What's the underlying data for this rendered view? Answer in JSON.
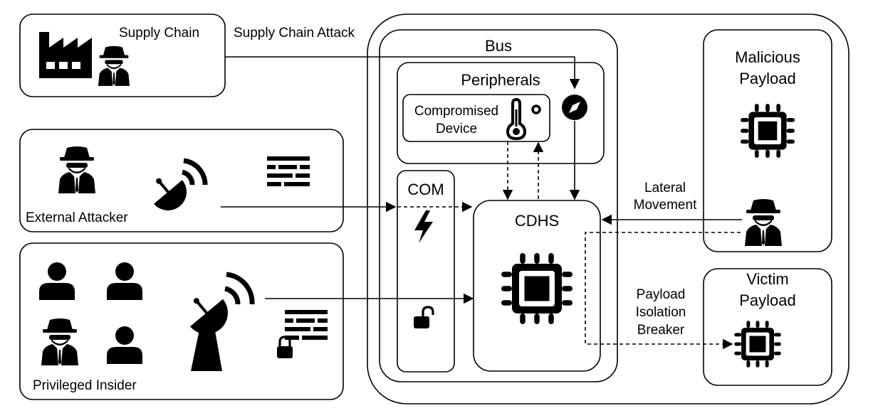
{
  "labels": {
    "supply_chain": "Supply Chain",
    "supply_chain_attack": "Supply Chain Attack",
    "external_attacker": "External Attacker",
    "privileged_insider": "Privileged Insider",
    "bus": "Bus",
    "peripherals": "Peripherals",
    "compromised_line1": "Compromised",
    "compromised_line2": "Device",
    "com": "COM",
    "cdhs": "CDHS",
    "malicious_line1": "Malicious",
    "malicious_line2": "Payload",
    "victim_line1": "Victim",
    "victim_line2": "Payload",
    "lateral_line1": "Lateral",
    "lateral_line2": "Movement",
    "breaker_line1": "Payload",
    "breaker_line2": "Isolation",
    "breaker_line3": "Breaker"
  },
  "icons": [
    "factory-icon",
    "spy-icon",
    "satellite-dish-icon",
    "signal-data-icon",
    "person-icon",
    "lock-icon",
    "compass-icon",
    "thermometer-icon",
    "lightning-icon",
    "unlock-icon",
    "chip-icon"
  ]
}
